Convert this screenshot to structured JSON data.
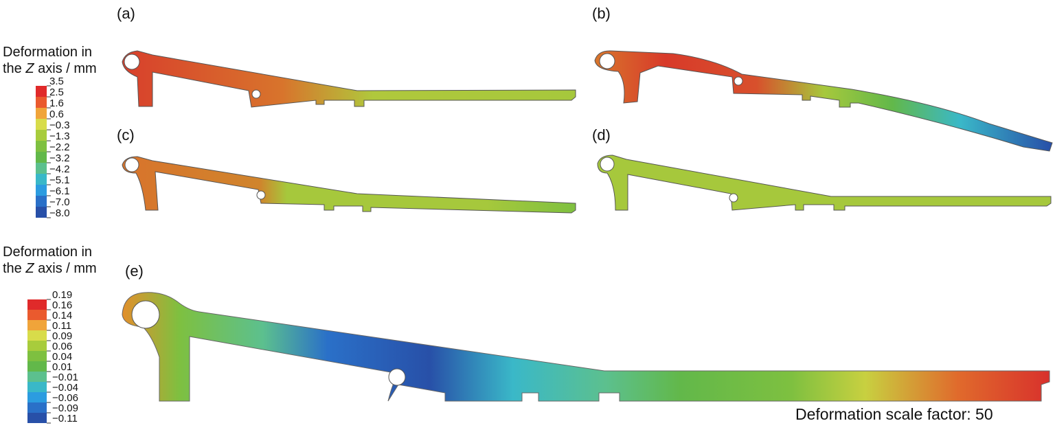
{
  "panels": {
    "a": "(a)",
    "b": "(b)",
    "c": "(c)",
    "d": "(d)",
    "e": "(e)"
  },
  "legend_top": {
    "title_line1": "Deformation in",
    "title_line2_pre": "the",
    "title_line2_var": "Z",
    "title_line2_post": "axis / mm",
    "ticks": [
      "3.5",
      "2.5",
      "1.6",
      "0.6",
      "−0.3",
      "−1.3",
      "−2.2",
      "−3.2",
      "−4.2",
      "−5.1",
      "−6.1",
      "−7.0",
      "−8.0"
    ]
  },
  "legend_bottom": {
    "title_line1": "Deformation in",
    "title_line2_pre": "the",
    "title_line2_var": "Z",
    "title_line2_post": "axis / mm",
    "ticks": [
      "0.19",
      "0.16",
      "0.14",
      "0.11",
      "0.09",
      "0.06",
      "0.04",
      "0.01",
      "−0.01",
      "−0.04",
      "−0.06",
      "−0.09",
      "−0.11"
    ]
  },
  "colormap": [
    "#e02a2a",
    "#ea5a2e",
    "#f0a43a",
    "#d8dc4a",
    "#a8cc3c",
    "#7ec040",
    "#62b84a",
    "#5cc08e",
    "#3ab8c8",
    "#2c9ce0",
    "#2a70c8",
    "#2850a8"
  ],
  "footer": {
    "scale_factor": "Deformation scale factor: 50"
  }
}
